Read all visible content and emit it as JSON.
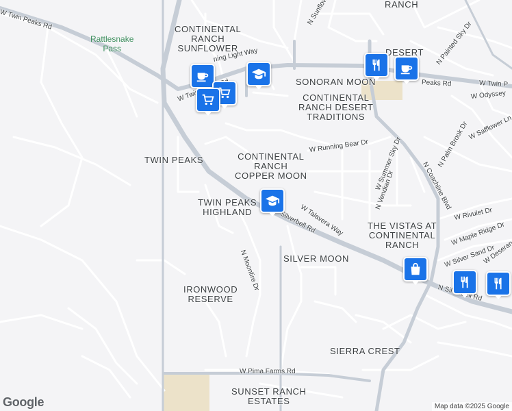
{
  "map": {
    "neighborhoods": [
      {
        "id": "rattlesnake-pass",
        "lines": [
          "Rattlesnake",
          "Pass"
        ]
      },
      {
        "id": "continental-ranch-sunflower",
        "lines": [
          "CONTINENTAL",
          "RANCH",
          "SUNFLOWER"
        ]
      },
      {
        "id": "desert",
        "lines": [
          "DESERT"
        ]
      },
      {
        "id": "sonoran-moon",
        "lines": [
          "SONORAN MOON"
        ]
      },
      {
        "id": "continental-ranch-desert-traditions",
        "lines": [
          "CONTINENTAL",
          "RANCH DESERT",
          "TRADITIONS"
        ]
      },
      {
        "id": "twin-peaks",
        "lines": [
          "TWIN PEAKS"
        ]
      },
      {
        "id": "continental-ranch-copper-moon",
        "lines": [
          "CONTINENTAL",
          "RANCH",
          "COPPER MOON"
        ]
      },
      {
        "id": "twin-peaks-highland",
        "lines": [
          "TWIN PEAKS",
          "HIGHLAND"
        ]
      },
      {
        "id": "the-vistas-at-continental-ranch",
        "lines": [
          "THE VISTAS AT",
          "CONTINENTAL",
          "RANCH"
        ]
      },
      {
        "id": "silver-moon",
        "lines": [
          "SILVER MOON"
        ]
      },
      {
        "id": "ironwood-reserve",
        "lines": [
          "IRONWOOD",
          "RESERVE"
        ]
      },
      {
        "id": "sierra-crest",
        "lines": [
          "SIERRA CREST"
        ]
      },
      {
        "id": "sunset-ranch-estates",
        "lines": [
          "SUNSET RANCH",
          "ESTATES"
        ]
      },
      {
        "id": "ranch",
        "lines": [
          "RANCH"
        ]
      }
    ],
    "streets": [
      {
        "id": "w-twin-peaks-rd-west",
        "label": "W Twin Peaks Rd"
      },
      {
        "id": "n-sunflower",
        "label": "N Sunflow"
      },
      {
        "id": "n-painted-sky-dr",
        "label": "N Painted Sky Dr"
      },
      {
        "id": "w-twin-peaks-rd-east",
        "label": "W Twin P"
      },
      {
        "id": "peaks-rd",
        "label": "Peaks Rd"
      },
      {
        "id": "morning-light-way",
        "label": "ning Light Way"
      },
      {
        "id": "w-odyssey",
        "label": "W Odyssey"
      },
      {
        "id": "n-palm-brook-dr",
        "label": "N Palm Brook Dr"
      },
      {
        "id": "w-safflower",
        "label": "W Safflower Ln"
      },
      {
        "id": "w-running-bear-dr",
        "label": "W Running Bear Dr"
      },
      {
        "id": "w-summer-sky-dr",
        "label": "W Summer Sky Dr"
      },
      {
        "id": "n-vendian-dr",
        "label": "N Vendian Dr"
      },
      {
        "id": "n-coachline-blvd",
        "label": "N Coachline Blvd"
      },
      {
        "id": "w-talavera-way",
        "label": "W Talavera Way"
      },
      {
        "id": "silverbell-rd",
        "label": "Silverbell Rd"
      },
      {
        "id": "w-rivulet-dr",
        "label": "W Rivulet Dr"
      },
      {
        "id": "w-maple-ridge-dr",
        "label": "W Maple Ridge Dr"
      },
      {
        "id": "w-silver-sand-dr",
        "label": "W Silver Sand Dr"
      },
      {
        "id": "w-deseran",
        "label": "W Deseran"
      },
      {
        "id": "n-moonfire-dr",
        "label": "N Moonfire Dr"
      },
      {
        "id": "n-silverbell-rd",
        "label": "N Silverbell Rd"
      },
      {
        "id": "w-pima-farms-rd",
        "label": "W Pima Farms Rd"
      },
      {
        "id": "w-twin-peaks-rd-small",
        "label": "W Twin Peaks Rd"
      }
    ],
    "pois": [
      {
        "id": "cafe-west",
        "icon": "coffee-cup-icon"
      },
      {
        "id": "school-north",
        "icon": "graduation-cap-icon"
      },
      {
        "id": "shopping-cart",
        "icon": "shopping-cart-icon"
      },
      {
        "id": "restaurant-north",
        "icon": "fork-knife-icon"
      },
      {
        "id": "cafe-east",
        "icon": "coffee-cup-icon"
      },
      {
        "id": "school-south",
        "icon": "graduation-cap-icon"
      },
      {
        "id": "shopping-bag",
        "icon": "shopping-bag-icon"
      },
      {
        "id": "restaurant-southeast-1",
        "icon": "fork-knife-icon"
      },
      {
        "id": "restaurant-southeast-2",
        "icon": "fork-knife-icon"
      }
    ],
    "colors": {
      "background": "#f4f4f6",
      "major_road": "#c6cdd6",
      "minor_road": "#ffffff",
      "poi_blue": "#1a73e8",
      "park_text": "#3e8e5e",
      "commercial_area": "#efe3c8"
    },
    "branding": {
      "logo_text": "Google",
      "attribution": "Map data ©2025 Google"
    }
  }
}
